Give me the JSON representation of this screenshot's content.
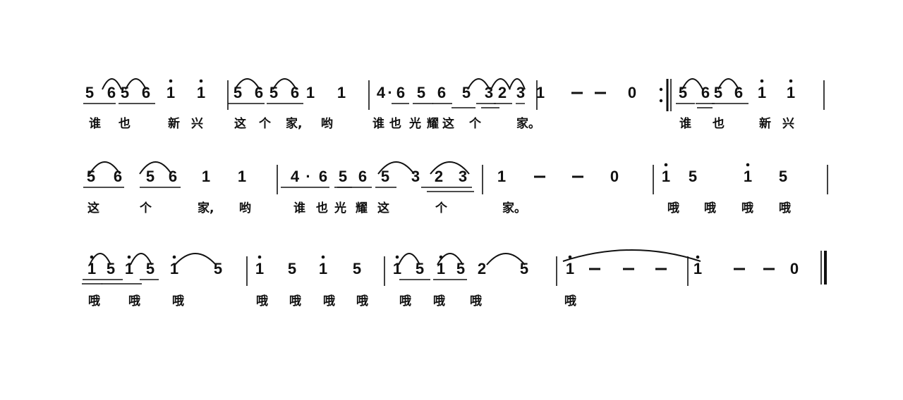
{
  "rows": [
    {
      "notes": [
        "5",
        "6",
        "5",
        "6",
        "i",
        "i",
        "5",
        "6",
        "5",
        "6",
        "1",
        "1",
        "4",
        "·",
        "6",
        "5",
        "6",
        "5",
        "3",
        "2",
        "3",
        "1",
        "-",
        "-",
        "0",
        "5",
        "6",
        "5",
        "6",
        "i",
        "i"
      ],
      "lyrics": [
        "谁",
        "也",
        "新",
        "兴",
        "这",
        "个",
        "家,",
        "哟",
        "谁",
        "也",
        "光",
        "耀",
        "这",
        "个",
        "家。",
        "谁",
        "也",
        "新",
        "兴"
      ]
    },
    {
      "notes": [
        "5",
        "6",
        "5",
        "6",
        "1",
        "1",
        "4",
        "·",
        "6",
        "5",
        "6",
        "5",
        "3",
        "2",
        "3",
        "1",
        "-",
        "-",
        "0",
        "i",
        "5",
        "i",
        "5"
      ],
      "lyrics": [
        "这",
        "个",
        "家,",
        "哟",
        "谁",
        "也",
        "光",
        "耀",
        "这",
        "个",
        "家。",
        "哦",
        "哦",
        "哦",
        "哦"
      ]
    },
    {
      "notes": [
        "i",
        "5",
        "i",
        "5",
        "i",
        "5",
        "i",
        "5",
        "i",
        "5",
        "i",
        "5",
        "i",
        "5",
        "2",
        "5",
        "i",
        "-",
        "-",
        "-",
        "i",
        "-",
        "-",
        "0"
      ],
      "lyrics": [
        "哦",
        "哦",
        "哦",
        "哦",
        "哦",
        "哦",
        "哦",
        "哦",
        "哦",
        "哦",
        "哦"
      ]
    }
  ]
}
